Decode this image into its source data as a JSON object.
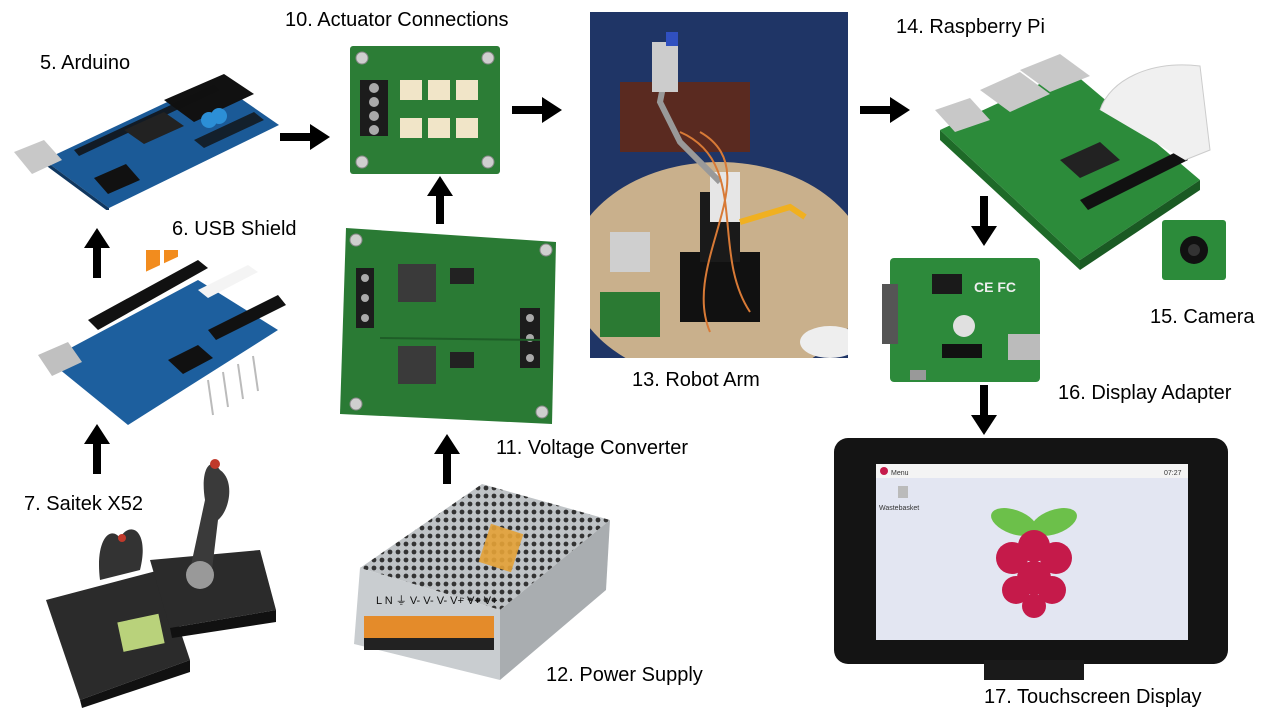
{
  "diagram": {
    "nodes": [
      {
        "id": "arduino",
        "label": "5. Arduino"
      },
      {
        "id": "usb_shield",
        "label": "6. USB Shield"
      },
      {
        "id": "saitek",
        "label": "7. Saitek X52"
      },
      {
        "id": "actuator",
        "label": "10. Actuator Connections"
      },
      {
        "id": "voltage",
        "label": "11. Voltage Converter"
      },
      {
        "id": "power",
        "label": "12. Power Supply"
      },
      {
        "id": "robot_arm",
        "label": "13. Robot Arm"
      },
      {
        "id": "raspberry",
        "label": "14. Raspberry Pi"
      },
      {
        "id": "camera",
        "label": "15. Camera"
      },
      {
        "id": "display_adapter",
        "label": "16. Display Adapter"
      },
      {
        "id": "touchscreen",
        "label": "17. Touchscreen Display"
      }
    ],
    "edges": [
      {
        "from": "saitek",
        "to": "usb_shield",
        "direction": "up"
      },
      {
        "from": "usb_shield",
        "to": "arduino",
        "direction": "up"
      },
      {
        "from": "arduino",
        "to": "actuator",
        "direction": "right"
      },
      {
        "from": "power",
        "to": "voltage",
        "direction": "up"
      },
      {
        "from": "voltage",
        "to": "actuator",
        "direction": "up"
      },
      {
        "from": "actuator",
        "to": "robot_arm",
        "direction": "right"
      },
      {
        "from": "robot_arm",
        "to": "raspberry",
        "direction": "right"
      },
      {
        "from": "raspberry",
        "to": "display_adapter",
        "direction": "down"
      },
      {
        "from": "display_adapter",
        "to": "touchscreen",
        "direction": "down"
      }
    ]
  },
  "screen": {
    "menu_label": "Menu",
    "clock": "07:27",
    "desktop_icon_label": "Wastebasket"
  },
  "power_supply": {
    "terminal_labels": "L  N  ⏚  V-  V-  V-  V+  V+  V+"
  },
  "colors": {
    "arrow": "#000000",
    "pcb_blue": "#1a4f86",
    "pcb_green": "#237430",
    "raspberry_red": "#c51a4a",
    "raspberry_leaf": "#6cc04a"
  }
}
